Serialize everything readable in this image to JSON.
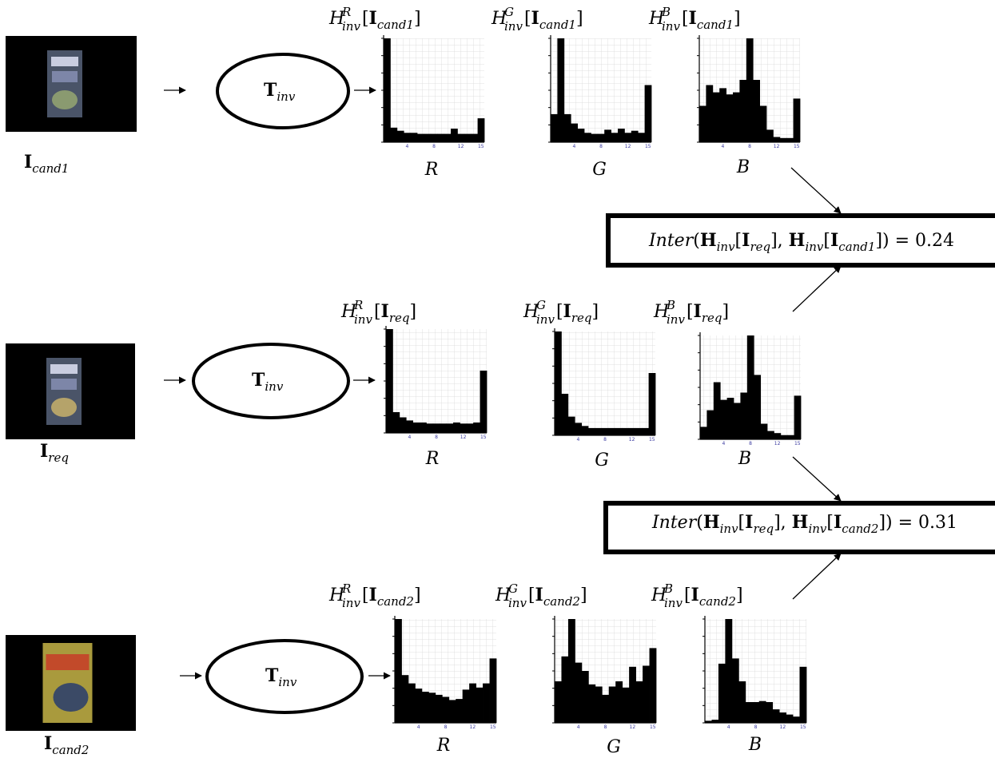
{
  "rows": [
    {
      "id": "cand1",
      "image_label": {
        "main": "I",
        "sub": "cand1"
      },
      "transform": {
        "main": "T",
        "sub": "inv"
      },
      "histograms": [
        {
          "channel": "R",
          "title": {
            "H": "H",
            "sup": "R",
            "sub": "inv",
            "arg_main": "I",
            "arg_sub": "cand1"
          },
          "values": [
            1.0,
            0.14,
            0.11,
            0.09,
            0.09,
            0.08,
            0.08,
            0.08,
            0.08,
            0.08,
            0.13,
            0.08,
            0.08,
            0.08,
            0.23
          ],
          "ticks": [
            "4",
            "8",
            "12",
            "15"
          ]
        },
        {
          "channel": "G",
          "title": {
            "H": "H",
            "sup": "G",
            "sub": "inv",
            "arg_main": "I",
            "arg_sub": "cand1"
          },
          "values": [
            0.27,
            1.0,
            0.27,
            0.18,
            0.13,
            0.09,
            0.08,
            0.08,
            0.12,
            0.09,
            0.13,
            0.09,
            0.11,
            0.09,
            0.55
          ],
          "ticks": [
            "4",
            "8",
            "12",
            "15"
          ]
        },
        {
          "channel": "B",
          "title": {
            "H": "H",
            "sup": "B",
            "sub": "inv",
            "arg_main": "I",
            "arg_sub": "cand1"
          },
          "values": [
            0.35,
            0.55,
            0.48,
            0.52,
            0.46,
            0.48,
            0.6,
            1.0,
            0.6,
            0.35,
            0.12,
            0.05,
            0.04,
            0.04,
            0.42
          ],
          "ticks": [
            "4",
            "8",
            "12",
            "15"
          ]
        }
      ]
    },
    {
      "id": "req",
      "image_label": {
        "main": "I",
        "sub": "req"
      },
      "transform": {
        "main": "T",
        "sub": "inv"
      },
      "histograms": [
        {
          "channel": "R",
          "title": {
            "H": "H",
            "sup": "R",
            "sub": "inv",
            "arg_main": "I",
            "arg_sub": "req"
          },
          "values": [
            1.0,
            0.2,
            0.15,
            0.12,
            0.1,
            0.1,
            0.09,
            0.09,
            0.09,
            0.09,
            0.1,
            0.09,
            0.09,
            0.1,
            0.6
          ],
          "ticks": [
            "4",
            "8",
            "12",
            "15"
          ]
        },
        {
          "channel": "G",
          "title": {
            "H": "H",
            "sup": "G",
            "sub": "inv",
            "arg_main": "I",
            "arg_sub": "req"
          },
          "values": [
            1.0,
            0.4,
            0.18,
            0.12,
            0.09,
            0.07,
            0.07,
            0.07,
            0.07,
            0.07,
            0.07,
            0.07,
            0.07,
            0.07,
            0.6
          ],
          "ticks": [
            "4",
            "8",
            "12",
            "15"
          ]
        },
        {
          "channel": "B",
          "title": {
            "H": "H",
            "sup": "B",
            "sub": "inv",
            "arg_main": "I",
            "arg_sub": "req"
          },
          "values": [
            0.12,
            0.28,
            0.55,
            0.38,
            0.4,
            0.35,
            0.45,
            1.0,
            0.62,
            0.15,
            0.08,
            0.06,
            0.04,
            0.04,
            0.42
          ],
          "ticks": [
            "4",
            "8",
            "12",
            "15"
          ]
        }
      ]
    },
    {
      "id": "cand2",
      "image_label": {
        "main": "I",
        "sub": "cand2"
      },
      "transform": {
        "main": "T",
        "sub": "inv"
      },
      "histograms": [
        {
          "channel": "R",
          "title": {
            "H": "H",
            "sup": "R",
            "sub": "inv",
            "arg_main": "I",
            "arg_sub": "cand2"
          },
          "values": [
            1.0,
            0.46,
            0.38,
            0.33,
            0.3,
            0.29,
            0.27,
            0.25,
            0.22,
            0.23,
            0.32,
            0.38,
            0.34,
            0.38,
            0.62
          ],
          "ticks": [
            "4",
            "8",
            "12",
            "15"
          ]
        },
        {
          "channel": "G",
          "title": {
            "H": "H",
            "sup": "G",
            "sub": "inv",
            "arg_main": "I",
            "arg_sub": "cand2"
          },
          "values": [
            0.4,
            0.64,
            1.0,
            0.58,
            0.5,
            0.37,
            0.35,
            0.27,
            0.35,
            0.4,
            0.34,
            0.54,
            0.4,
            0.55,
            0.72
          ],
          "ticks": [
            "4",
            "8",
            "12",
            "15"
          ]
        },
        {
          "channel": "B",
          "title": {
            "H": "H",
            "sup": "B",
            "sub": "inv",
            "arg_main": "I",
            "arg_sub": "cand2"
          },
          "values": [
            0.02,
            0.03,
            0.57,
            1.0,
            0.62,
            0.4,
            0.2,
            0.2,
            0.21,
            0.2,
            0.13,
            0.1,
            0.08,
            0.06,
            0.54
          ],
          "ticks": [
            "4",
            "8",
            "12",
            "15"
          ]
        }
      ]
    }
  ],
  "results": [
    {
      "func": "Inter",
      "H": "H",
      "sub": "inv",
      "arg1_main": "I",
      "arg1_sub": "req",
      "arg2_main": "I",
      "arg2_sub": "cand1",
      "value": "0.24"
    },
    {
      "func": "Inter",
      "H": "H",
      "sub": "inv",
      "arg1_main": "I",
      "arg1_sub": "req",
      "arg2_main": "I",
      "arg2_sub": "cand2",
      "value": "0.31"
    }
  ]
}
